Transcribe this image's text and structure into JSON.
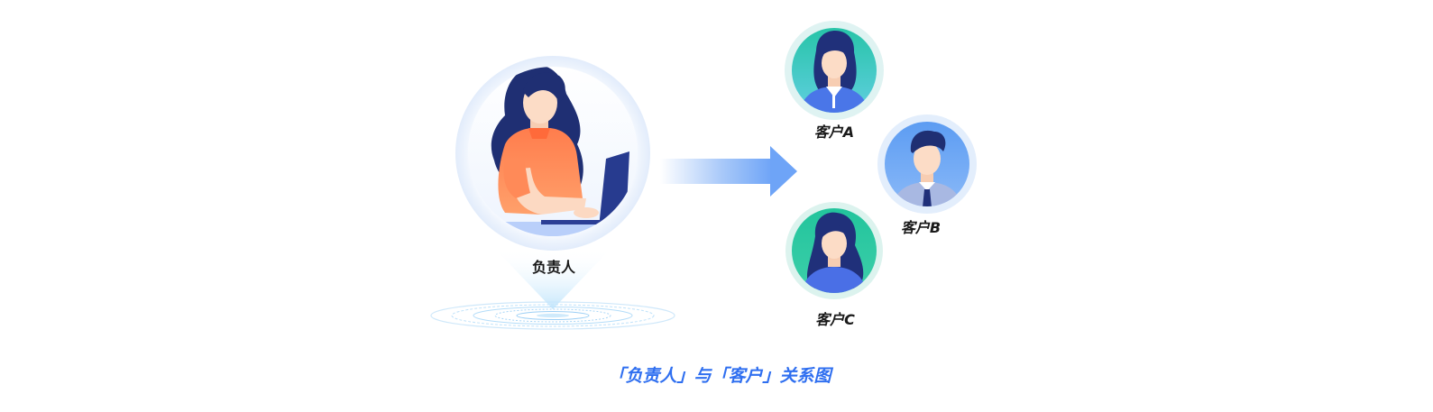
{
  "diagram": {
    "owner": {
      "label": "负责人",
      "icon": "woman-at-laptop-avatar"
    },
    "customers": [
      {
        "label": "客户A",
        "icon": "woman-avatar",
        "bg_color": "#2fc6b0"
      },
      {
        "label": "客户B",
        "icon": "man-avatar",
        "bg_color": "#6aa6f4"
      },
      {
        "label": "客户C",
        "icon": "woman-avatar",
        "bg_color": "#2fc6a0"
      }
    ],
    "connector": {
      "icon": "arrow-right-icon",
      "color": "#6ea4f7"
    },
    "caption": "「负责人」与「客户」关系图",
    "colors": {
      "caption": "#2f6ff0",
      "label": "#1a1a1a",
      "ring": "#e3eefc"
    }
  }
}
